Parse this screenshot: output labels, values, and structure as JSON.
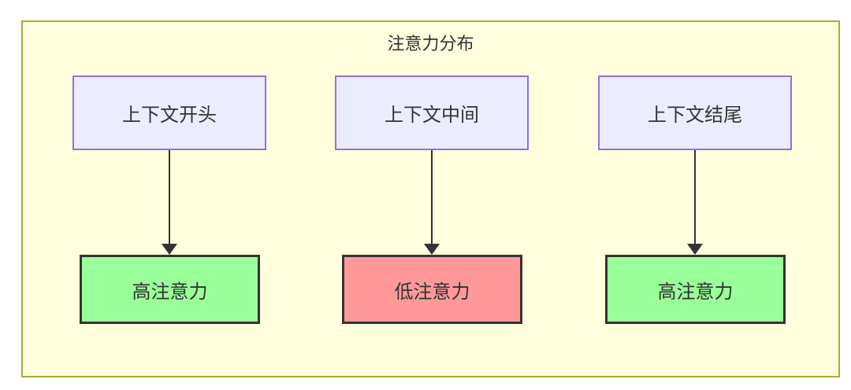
{
  "diagram": {
    "title": "注意力分布",
    "type": "flowchart",
    "colors": {
      "container_fill": "#ffffde",
      "container_border": "#aaaa33",
      "source_node_fill": "#ececff",
      "source_node_border": "#9370db",
      "high_fill": "#99ff99",
      "low_fill": "#ff9999",
      "result_node_border": "#333333",
      "text": "#333333",
      "arrow": "#333333"
    },
    "columns": [
      {
        "source": "上下文开头",
        "result": "高注意力",
        "level": "high"
      },
      {
        "source": "上下文中间",
        "result": "低注意力",
        "level": "low"
      },
      {
        "source": "上下文结尾",
        "result": "高注意力",
        "level": "high"
      }
    ]
  }
}
